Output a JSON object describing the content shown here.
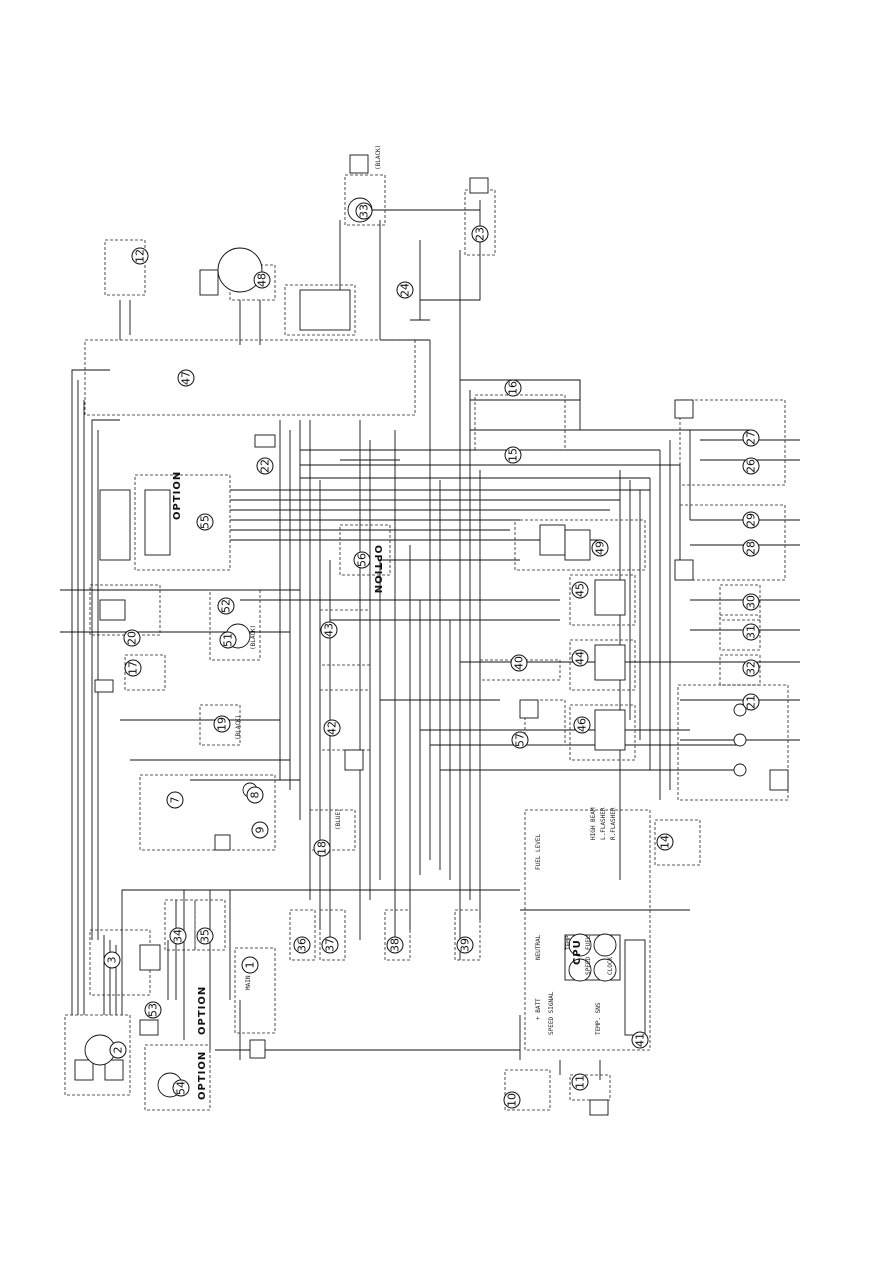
{
  "components": [
    {
      "num": "1"
    },
    {
      "num": "2"
    },
    {
      "num": "3"
    },
    {
      "num": "7"
    },
    {
      "num": "8"
    },
    {
      "num": "9"
    },
    {
      "num": "10"
    },
    {
      "num": "11"
    },
    {
      "num": "12"
    },
    {
      "num": "14"
    },
    {
      "num": "15"
    },
    {
      "num": "16"
    },
    {
      "num": "17"
    },
    {
      "num": "18"
    },
    {
      "num": "19"
    },
    {
      "num": "20"
    },
    {
      "num": "21"
    },
    {
      "num": "22"
    },
    {
      "num": "23"
    },
    {
      "num": "24"
    },
    {
      "num": "26"
    },
    {
      "num": "27"
    },
    {
      "num": "28"
    },
    {
      "num": "29"
    },
    {
      "num": "30"
    },
    {
      "num": "31"
    },
    {
      "num": "32"
    },
    {
      "num": "33"
    },
    {
      "num": "34"
    },
    {
      "num": "35"
    },
    {
      "num": "36"
    },
    {
      "num": "37"
    },
    {
      "num": "38"
    },
    {
      "num": "39"
    },
    {
      "num": "40"
    },
    {
      "num": "41"
    },
    {
      "num": "42"
    },
    {
      "num": "43"
    },
    {
      "num": "44"
    },
    {
      "num": "45"
    },
    {
      "num": "46"
    },
    {
      "num": "47"
    },
    {
      "num": "48"
    },
    {
      "num": "49"
    },
    {
      "num": "51"
    },
    {
      "num": "52"
    },
    {
      "num": "53"
    },
    {
      "num": "54"
    },
    {
      "num": "55"
    },
    {
      "num": "56"
    },
    {
      "num": "57"
    }
  ],
  "labels": {
    "option_1": "OPTION",
    "option_2": "OPTION",
    "option_3": "OPTION",
    "option_4": "OPTION",
    "cpu": "CPU",
    "fuel": "FUEL",
    "temp": "TEMP",
    "speed": "SPEED",
    "clock": "CLOCK",
    "high_beam": "HIGH BEAM",
    "l_flasher": "L.FLASHER",
    "r_flasher": "R.FLASHER",
    "neutral": "NEUTRAL",
    "batt": "+ BATT",
    "fuel_level": "FUEL LEVEL",
    "temp_sensor": "TEMP. SNS",
    "speed_signal": "SPEED SIGNAL",
    "black_1": "(BLACK)",
    "black_2": "(BLACK)",
    "black_3": "(BLACK)",
    "blue": "(BLUE)",
    "main": "MAIN"
  }
}
